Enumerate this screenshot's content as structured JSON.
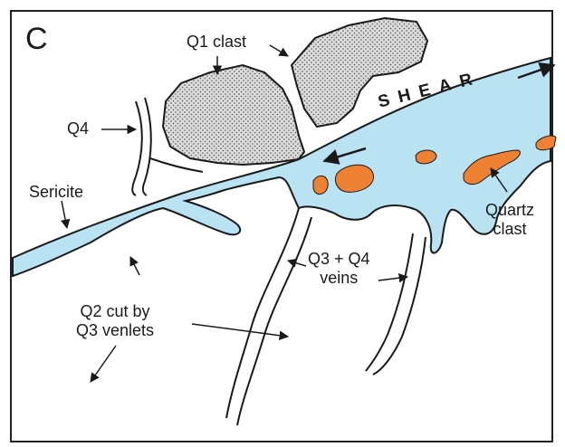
{
  "panel": {
    "letter": "C"
  },
  "labels": {
    "q1_clast": "Q1 clast",
    "q4": "Q4",
    "sericite": "Sericite",
    "shear": "SHEAR",
    "quartz_clast_line1": "Quartz",
    "quartz_clast_line2": "clast",
    "q3q4_line1": "Q3 + Q4",
    "q3q4_line2": "veins",
    "q2_line1": "Q2 cut by",
    "q2_line2": "Q3 venlets"
  },
  "colors": {
    "sericite_fill": "#b9e2f3",
    "quartz_clast_fill": "#ee8133",
    "q1_clast_fill": "#d8d8d8",
    "outline": "#1a1a1a",
    "frame": "#222222"
  }
}
